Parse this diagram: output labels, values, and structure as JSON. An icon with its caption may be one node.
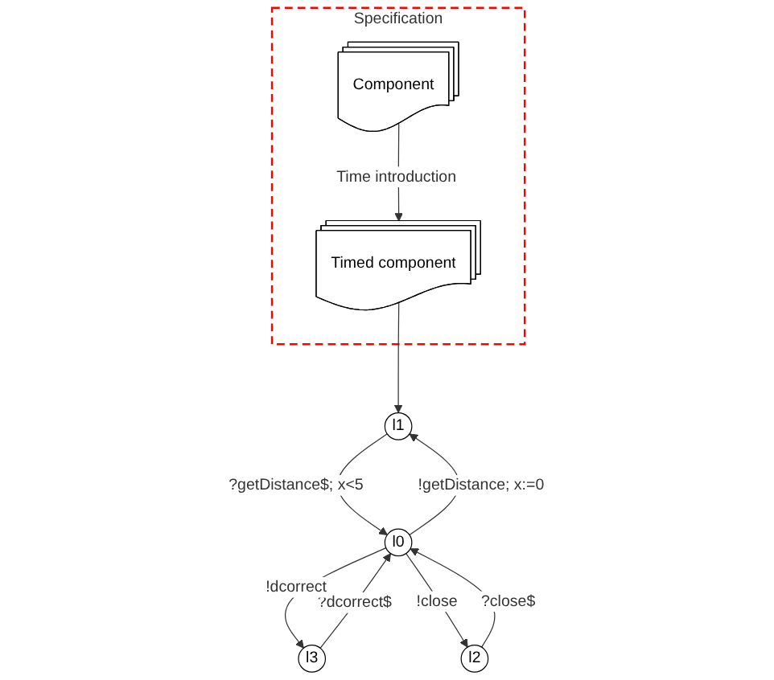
{
  "diagram": {
    "nodes": [
      {
        "text": [
          "Specification"
        ]
      },
      {
        "text": [
          "Component"
        ],
        "in": 0
      },
      {
        "text": [
          "Timed component"
        ],
        "in": 0
      },
      {
        "text": [
          "l1"
        ]
      },
      {
        "text": [
          "l3"
        ]
      },
      {
        "text": [
          "l0"
        ]
      },
      {
        "text": [
          "l2"
        ]
      }
    ],
    "edges": [
      {
        "from": 1,
        "to": 2,
        "arrow": "to",
        "label": "Time introduction"
      },
      {
        "from": 2,
        "to": 3,
        "arrow": "to"
      },
      {
        "from": 5,
        "to": 3,
        "arrow": "to",
        "label": "!getDistance; x:=0"
      },
      {
        "from": 3,
        "to": 5,
        "arrow": "to",
        "label": "?getDistance$; x<5"
      },
      {
        "from": 4,
        "to": 5,
        "arrow": "to",
        "label": "?dcorrect$"
      },
      {
        "from": 5,
        "to": 4,
        "arrow": "to",
        "label": "!dcorrect"
      },
      {
        "from": 5,
        "to": 6,
        "arrow": "to",
        "label": "!close"
      },
      {
        "from": 6,
        "to": 5,
        "arrow": "to",
        "label": "?close$"
      }
    ]
  }
}
